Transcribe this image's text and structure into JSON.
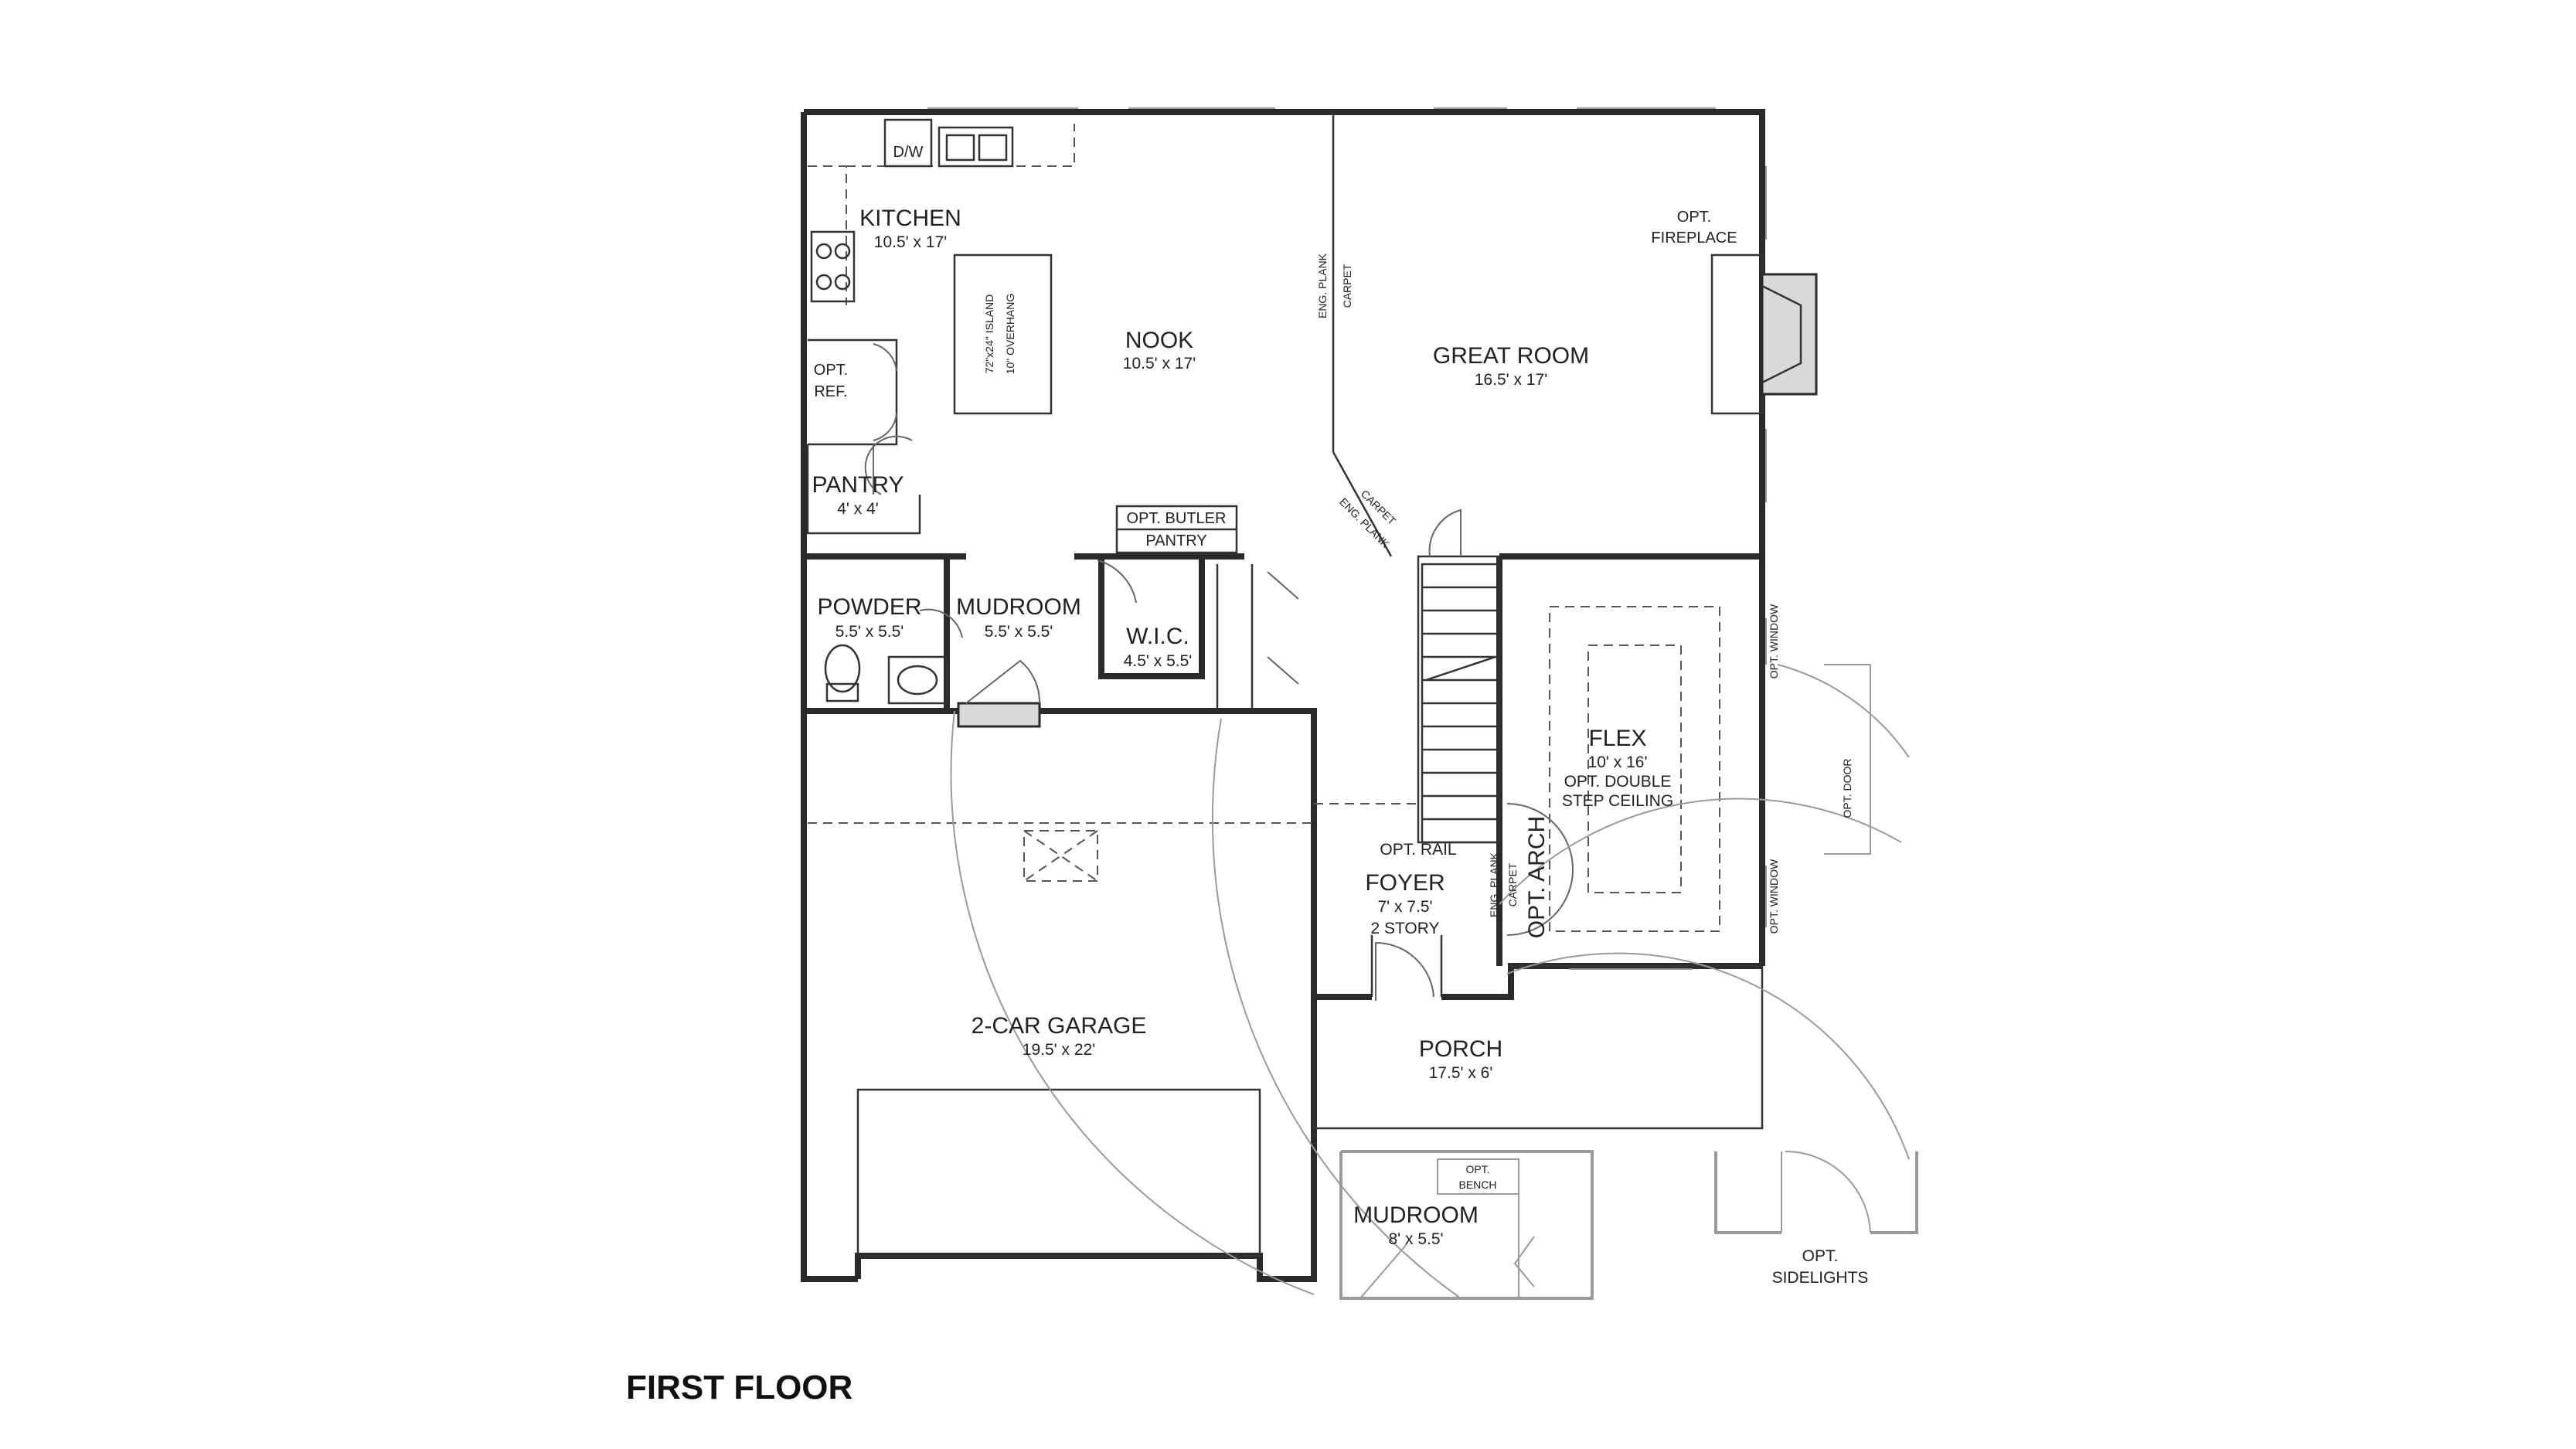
{
  "floor_title": "FIRST FLOOR",
  "rooms": {
    "kitchen": {
      "name": "KITCHEN",
      "dim": "10.5' x 17'"
    },
    "nook": {
      "name": "NOOK",
      "dim": "10.5' x 17'"
    },
    "great_room": {
      "name": "GREAT ROOM",
      "dim": "16.5' x 17'"
    },
    "pantry": {
      "name": "PANTRY",
      "dim": "4' x 4'"
    },
    "powder": {
      "name": "POWDER",
      "dim": "5.5' x 5.5'"
    },
    "mudroom": {
      "name": "MUDROOM",
      "dim": "5.5' x 5.5'"
    },
    "wic": {
      "name": "W.I.C.",
      "dim": "4.5' x 5.5'"
    },
    "flex": {
      "name": "FLEX",
      "dim": "10' x 16'",
      "note1": "OPT. DOUBLE",
      "note2": "STEP CEILING"
    },
    "foyer": {
      "name": "FOYER",
      "dim": "7' x 7.5'",
      "note": "2 STORY"
    },
    "garage": {
      "name": "2-CAR GARAGE",
      "dim": "19.5' x 22'"
    },
    "porch": {
      "name": "PORCH",
      "dim": "17.5' x 6'"
    },
    "opt_mudroom": {
      "name": "MUDROOM",
      "dim": "8' x 5.5'"
    }
  },
  "labels": {
    "dw": "D/W",
    "opt_ref_1": "OPT.",
    "opt_ref_2": "REF.",
    "island_1": "72\"x24\" ISLAND",
    "island_2": "10\" OVERHANG",
    "eng_plank": "ENG. PLANK",
    "carpet": "CARPET",
    "opt_fireplace_1": "OPT.",
    "opt_fireplace_2": "FIREPLACE",
    "butler_1": "OPT. BUTLER",
    "butler_2": "PANTRY",
    "opt_window_1": "OPT. WINDOW",
    "opt_window_2": "OPT. WINDOW",
    "opt_door": "OPT. DOOR",
    "opt_rail": "OPT. RAIL",
    "opt_arch": "OPT. ARCH",
    "opt_bench_1": "OPT.",
    "opt_bench_2": "BENCH",
    "sidelights_1": "OPT.",
    "sidelights_2": "SIDELIGHTS"
  }
}
